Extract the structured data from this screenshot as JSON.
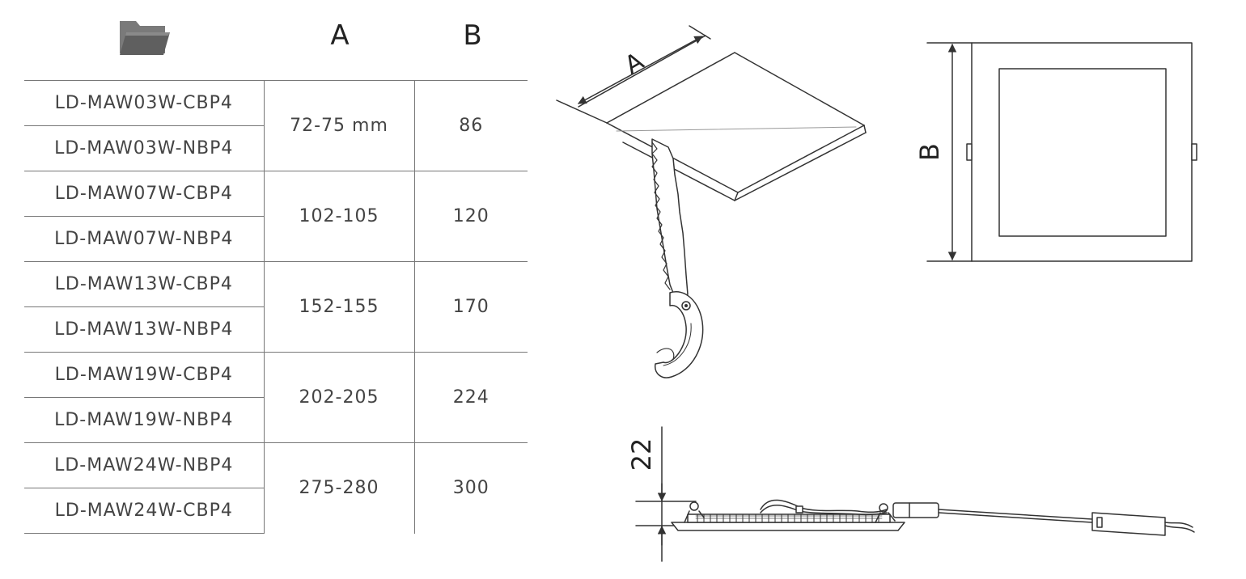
{
  "header": {
    "icon": "folder-icon",
    "col_a": "A",
    "col_b": "B"
  },
  "rows": [
    {
      "models": [
        "LD-MAW03W-CBP4",
        "LD-MAW03W-NBP4"
      ],
      "a": "72-75 mm",
      "b": "86"
    },
    {
      "models": [
        "LD-MAW07W-CBP4",
        "LD-MAW07W-NBP4"
      ],
      "a": "102-105",
      "b": "120"
    },
    {
      "models": [
        "LD-MAW13W-CBP4",
        "LD-MAW13W-NBP4"
      ],
      "a": "152-155",
      "b": "170"
    },
    {
      "models": [
        "LD-MAW19W-CBP4",
        "LD-MAW19W-NBP4"
      ],
      "a": "202-205",
      "b": "224"
    },
    {
      "models": [
        "LD-MAW24W-NBP4",
        "LD-MAW24W-CBP4"
      ],
      "a": "275-280",
      "b": "300"
    }
  ],
  "diagrams": {
    "cutout_label": "A",
    "front_label": "B",
    "side_label": "22"
  },
  "colors": {
    "line": "#333333",
    "folder": "#6b6b6b"
  }
}
